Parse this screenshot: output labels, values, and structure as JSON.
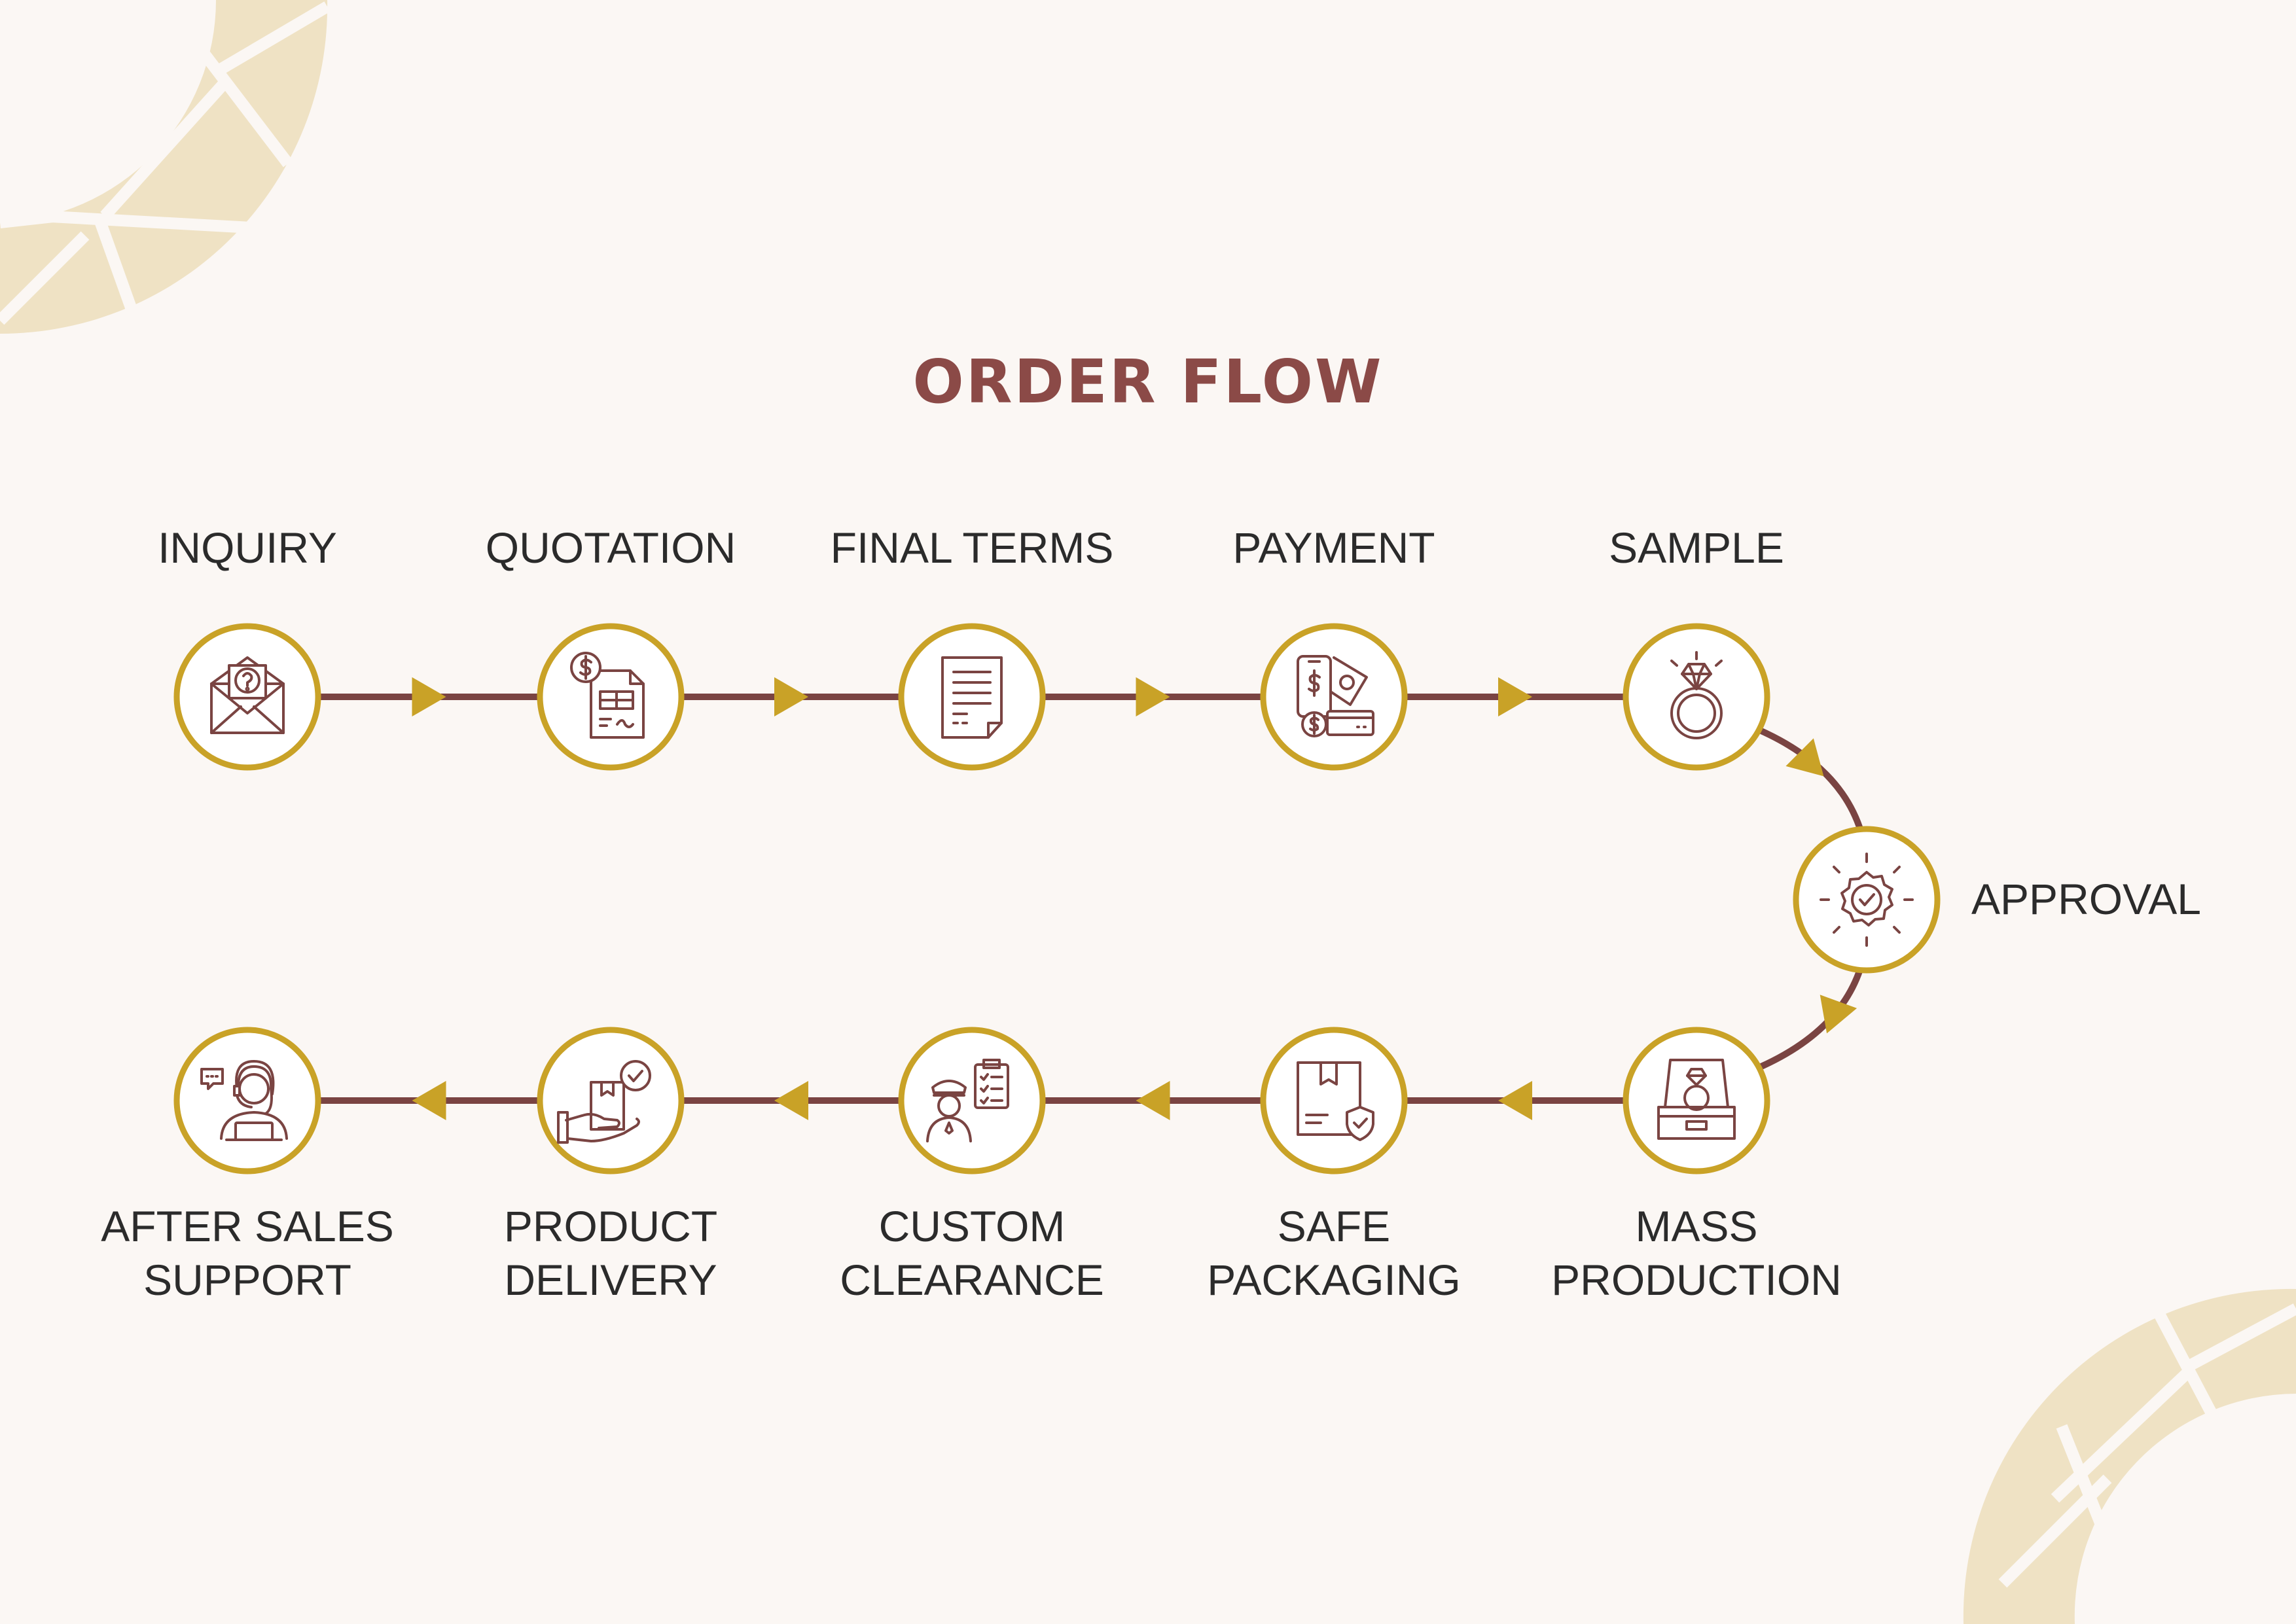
{
  "title": "ORDER FLOW",
  "colors": {
    "background": "#fbf7f4",
    "title": "#8b4a47",
    "connector_line": "#7a4442",
    "ring_and_arrows": "#c9a227",
    "icon_stroke": "#7a4442",
    "label_text": "#2b2b2b",
    "decoration": "#efe2c4"
  },
  "steps": [
    {
      "id": "inquiry",
      "lines": [
        "INQUIRY"
      ],
      "icon": "question-mail-icon"
    },
    {
      "id": "quotation",
      "lines": [
        "QUOTATION"
      ],
      "icon": "dollar-document-icon"
    },
    {
      "id": "final-terms",
      "lines": [
        "FINAL TERMS"
      ],
      "icon": "document-icon"
    },
    {
      "id": "payment",
      "lines": [
        "PAYMENT"
      ],
      "icon": "phone-payment-icon"
    },
    {
      "id": "sample",
      "lines": [
        "SAMPLE"
      ],
      "icon": "diamond-ring-icon"
    },
    {
      "id": "approval",
      "lines": [
        "APPROVAL"
      ],
      "icon": "approval-badge-icon"
    },
    {
      "id": "mass-production",
      "lines": [
        "MASS",
        "PRODUCTION"
      ],
      "icon": "ring-box-icon"
    },
    {
      "id": "safe-packaging",
      "lines": [
        "SAFE",
        "PACKAGING"
      ],
      "icon": "shield-box-icon"
    },
    {
      "id": "custom-clearance",
      "lines": [
        "CUSTOM",
        "CLEARANCE"
      ],
      "icon": "customs-officer-icon"
    },
    {
      "id": "product-delivery",
      "lines": [
        "PRODUCT",
        "DELIVERY"
      ],
      "icon": "delivery-hand-icon"
    },
    {
      "id": "after-sales-support",
      "lines": [
        "AFTER SALES",
        "SUPPORT"
      ],
      "icon": "support-agent-icon"
    }
  ]
}
